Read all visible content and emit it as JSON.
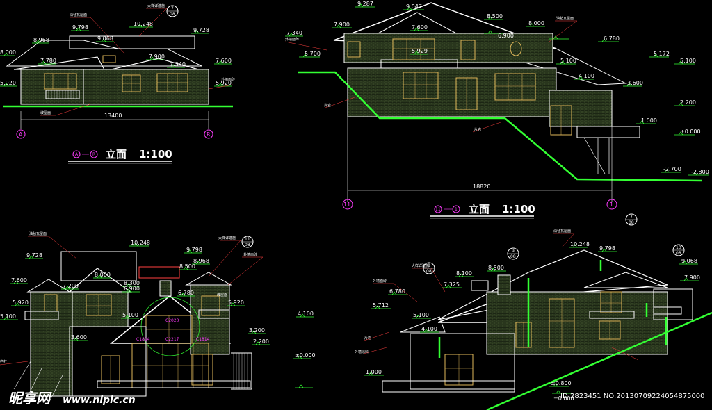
{
  "colors": {
    "background": "#000000",
    "linework": "#ffffff",
    "elevation_marks": "#33ff33",
    "leaders": "#ff4040",
    "windows": "#e0b85a",
    "brick": "#3a4a2a",
    "axis_bubbles": "#ff3cff",
    "ground": "#33ff33"
  },
  "views": [
    {
      "id": "elevation-a-r",
      "title": "立面",
      "scale": "1:100",
      "axis_start": "A",
      "axis_end": "R",
      "overall_dimension": "13400",
      "levels": [
        "9.798",
        "10.248",
        "9.728",
        "8.968",
        "9.068",
        "8.000",
        "7.780",
        "7.900",
        "7.340",
        "7.600",
        "5.920",
        "5.920"
      ],
      "notes": [
        "油毡瓦屋面",
        "大样详建施",
        "外墙面砖",
        "坡屋面"
      ],
      "detail_callouts": [
        {
          "top": "7",
          "bottom": "08"
        }
      ]
    },
    {
      "id": "elevation-11-1",
      "title": "立面",
      "scale": "1:100",
      "axis_start": "11",
      "axis_end": "1",
      "overall_dimension": "18820",
      "levels": [
        "9.287",
        "9.047",
        "8.500",
        "8.000",
        "7.900",
        "7.340",
        "7.600",
        "6.900",
        "6.780",
        "5.929",
        "5.700",
        "5.172",
        "5.100",
        "5.100",
        "4.100",
        "3.600",
        "2.200",
        "1.000",
        "±0.000",
        "-2.700",
        "-2.800"
      ],
      "notes": [
        "外墙面砖",
        "油毡瓦屋面",
        "片岩"
      ]
    },
    {
      "id": "elevation-bottom-left",
      "levels": [
        "10.248",
        "9.728",
        "9.798",
        "8.968",
        "8.000",
        "8.500",
        "8.300",
        "7.600",
        "7.200",
        "6.900",
        "6.780",
        "5.920",
        "5.920",
        "5.100",
        "5.100",
        "4.100",
        "3.600",
        "3.200",
        "2.200",
        "±0.000"
      ],
      "notes": [
        "油毡瓦屋面",
        "大样详建施",
        "外墙面砖",
        "坡屋面",
        "栏杆"
      ],
      "window_codes": [
        "C2020",
        "C1814",
        "C2217",
        "C1814"
      ],
      "detail_callouts": [
        {
          "top": "11",
          "bottom": "08"
        }
      ]
    },
    {
      "id": "elevation-bottom-right",
      "levels": [
        "10.248",
        "9.798",
        "9.068",
        "8.100",
        "8.500",
        "7.900",
        "7.325",
        "6.780",
        "5.712",
        "5.100",
        "4.100",
        "1.000",
        "±0.800",
        "±0.000"
      ],
      "notes": [
        "油毡瓦屋面",
        "外墙面砖",
        "大样详建施",
        "片岩",
        "外墙涂料"
      ],
      "detail_callouts": [
        {
          "top": "7",
          "bottom": "08"
        },
        {
          "top": "9",
          "bottom": "08"
        },
        {
          "top": "8",
          "bottom": "08"
        },
        {
          "top": "10",
          "bottom": "08"
        }
      ]
    }
  ],
  "watermark": {
    "brand": "昵享网",
    "site": "www.nipic.cn",
    "id_text": "ID:2823451 NO:20130709224054875000"
  }
}
